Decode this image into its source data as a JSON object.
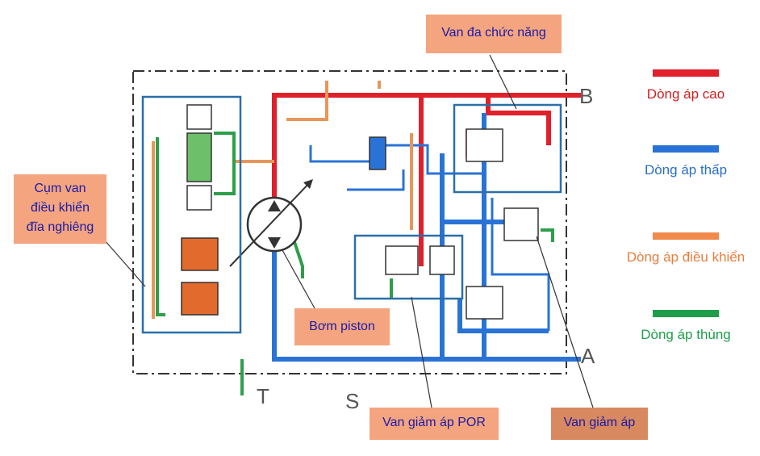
{
  "labels": {
    "van_da_chuc_nang": "Van đa chức năng",
    "cum_van": "Cụm van điều khiển đĩa nghiêng",
    "bom_piston": "Bơm piston",
    "van_giam_ap_por": "Van giảm áp POR",
    "van_giam_ap": "Van giảm áp"
  },
  "ports": {
    "b": "B",
    "a": "A",
    "t": "T",
    "s": "S"
  },
  "legend": [
    {
      "label": "Dòng áp cao",
      "color": "#e0202a"
    },
    {
      "label": "Dòng áp thấp",
      "color": "#2a73d6"
    },
    {
      "label": "Dòng áp điều khiển",
      "color": "#f08a4b"
    },
    {
      "label": "Dòng áp thùng",
      "color": "#1e9e4a"
    }
  ],
  "colors": {
    "high": "#e0202a",
    "low": "#2a73d6",
    "control": "#e8965a",
    "tank": "#2e9e4a",
    "frame": "#2a6fa8",
    "label_bg": "#f4a57f",
    "label_text": "#1a1aa8"
  }
}
